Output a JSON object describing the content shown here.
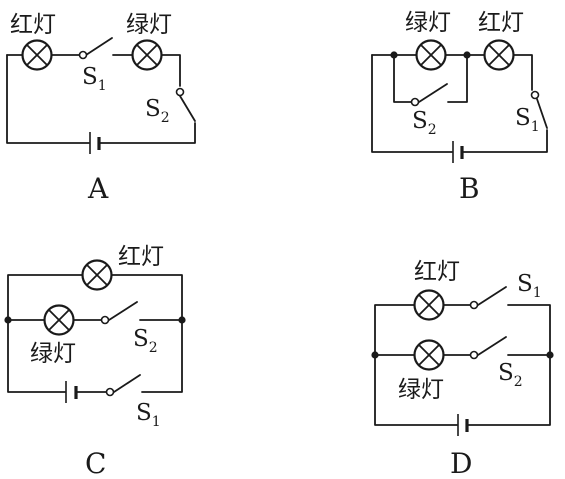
{
  "diagram": {
    "labels": {
      "red_lamp": "红灯",
      "green_lamp": "绿灯",
      "switch_letter": "S",
      "sub_1": "1",
      "sub_2": "2"
    },
    "options": [
      "A",
      "B",
      "C",
      "D"
    ],
    "colors": {
      "line": "#1a1a1a",
      "background": "#ffffff"
    }
  }
}
